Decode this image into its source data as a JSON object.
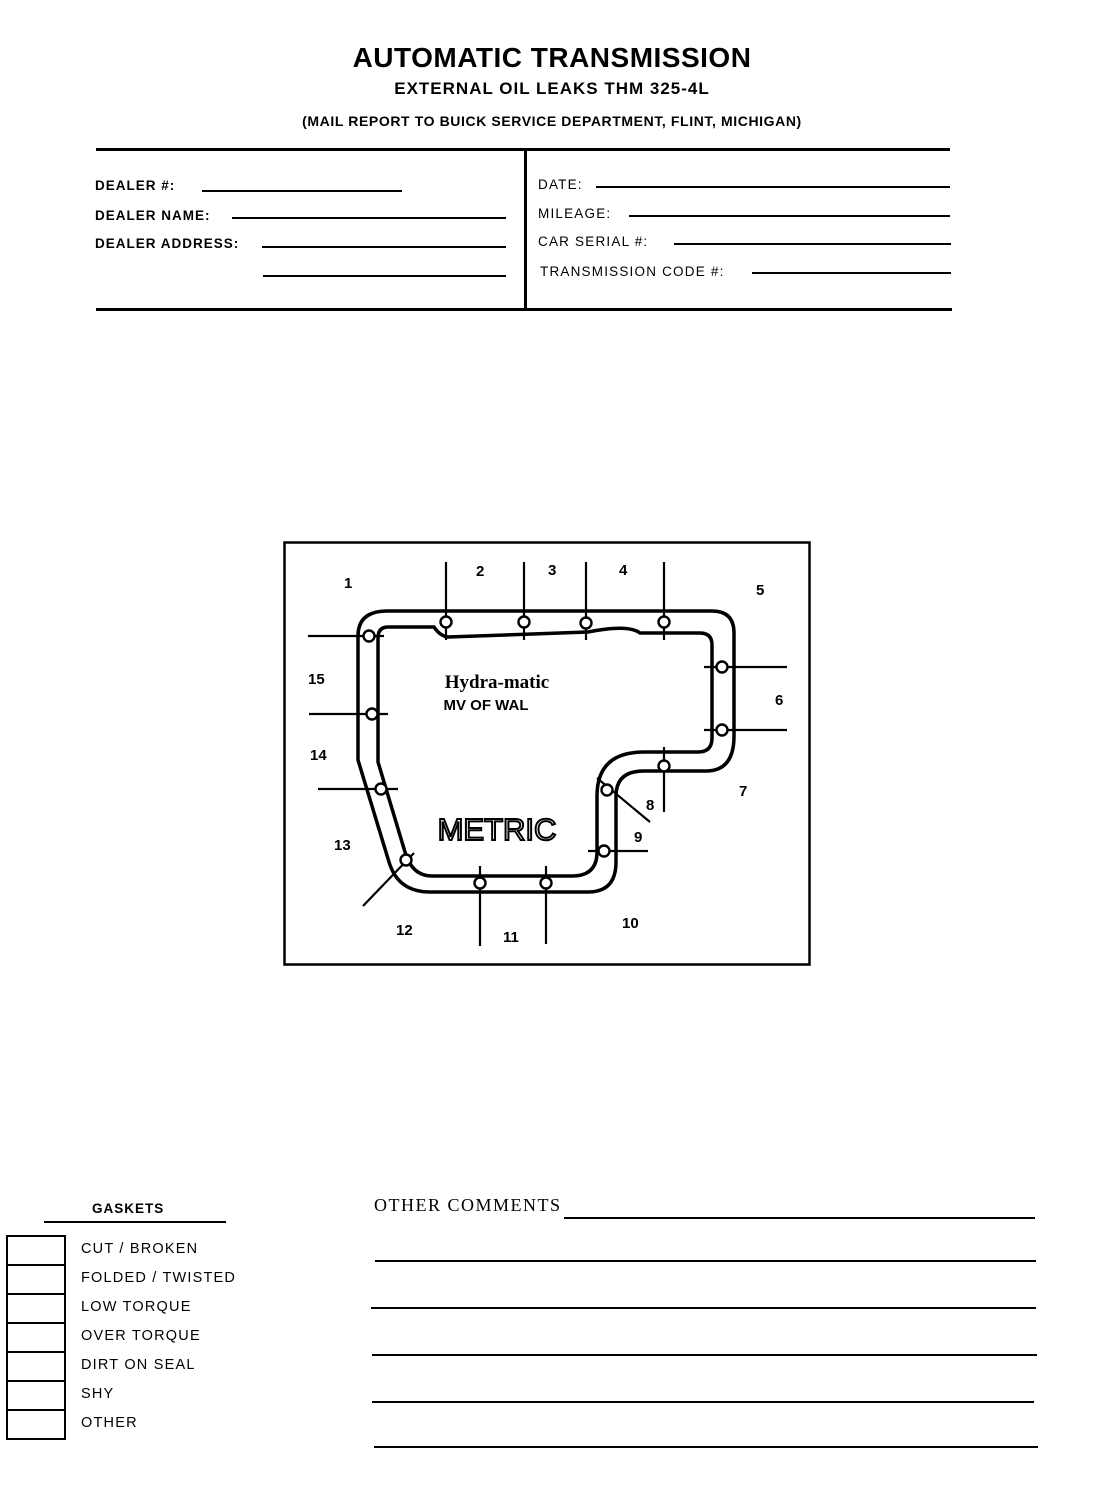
{
  "header": {
    "title": "AUTOMATIC TRANSMISSION",
    "subtitle": "EXTERNAL OIL LEAKS  THM 325-4L",
    "mail_note": "(MAIL REPORT TO BUICK SERVICE DEPARTMENT, FLINT, MICHIGAN)"
  },
  "dealer_fields": {
    "dealer_number": "DEALER  #:",
    "dealer_name": "DEALER NAME:",
    "dealer_address": "DEALER ADDRESS:"
  },
  "vehicle_fields": {
    "date": "DATE:",
    "mileage": "MILEAGE:",
    "car_serial": "CAR SERIAL #:",
    "transmission_code": "TRANSMISSION CODE #:"
  },
  "diagram": {
    "pan_text_1": "Hydra-matic",
    "pan_text_2": "MV OF WAL",
    "pan_text_3": "METRIC",
    "positions": [
      "1",
      "2",
      "3",
      "4",
      "5",
      "6",
      "7",
      "8",
      "9",
      "10",
      "11",
      "12",
      "13",
      "14",
      "15"
    ]
  },
  "gaskets": {
    "heading": "GASKETS",
    "items": [
      "CUT / BROKEN",
      "FOLDED / TWISTED",
      "LOW TORQUE",
      "OVER TORQUE",
      "DIRT ON SEAL",
      "SHY",
      "OTHER"
    ]
  },
  "comments": {
    "label": "OTHER  COMMENTS"
  }
}
